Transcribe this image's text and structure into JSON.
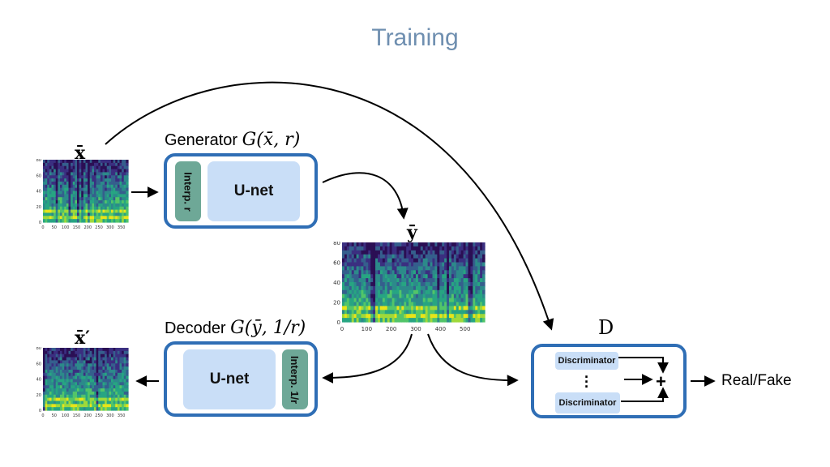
{
  "title": "Training",
  "inputs": {
    "x_bar": "x̄",
    "y_bar": "ȳ",
    "x_bar_prime": "x̄′"
  },
  "generator": {
    "label_text": "Generator",
    "label_math": "G(x̄, r)",
    "interp_label": "Interp. r",
    "unet_label": "U-net"
  },
  "decoder": {
    "label_text": "Decoder",
    "label_math": "G(ȳ, 1/r)",
    "interp_label": "Interp. 1/r",
    "unet_label": "U-net"
  },
  "discriminator_block": {
    "label": "D",
    "discriminator_label": "Discriminator",
    "sum_symbol": "+",
    "output": "Real/Fake"
  },
  "spectrograms": {
    "small": {
      "yticks": [
        "0",
        "20",
        "40",
        "60",
        "80"
      ],
      "xticks": [
        "0",
        "50",
        "100",
        "150",
        "200",
        "250",
        "300",
        "350"
      ]
    },
    "large": {
      "yticks": [
        "0",
        "20",
        "40",
        "60",
        "80"
      ],
      "xticks": [
        "0",
        "100",
        "200",
        "300",
        "400",
        "500"
      ]
    }
  },
  "colors": {
    "title": "#6f8fb0",
    "box_border": "#2f6eb5",
    "unet_fill": "#c9def7",
    "interp_fill": "#6ea897"
  }
}
